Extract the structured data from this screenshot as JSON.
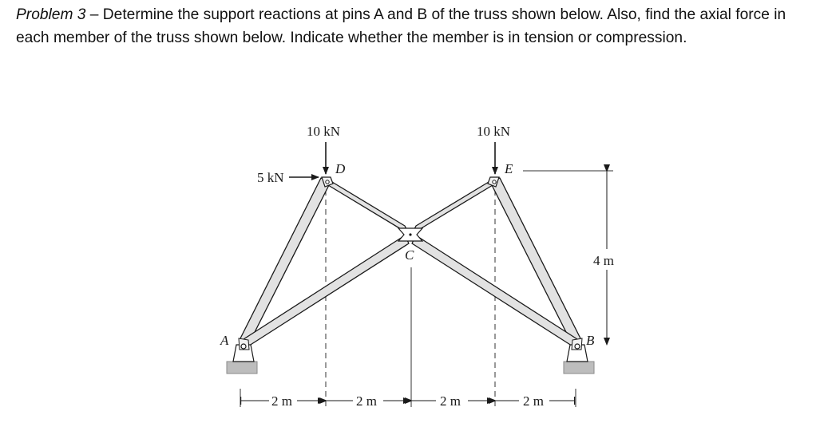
{
  "problem": {
    "label": "Problem 3",
    "dash": " – ",
    "text": "Determine the support reactions at pins A and B of the truss shown below. Also, find the axial force in each member of the truss shown below. Indicate whether the member is in tension or compression."
  },
  "figure": {
    "loads": {
      "d_vertical": "10 kN",
      "e_vertical": "10 kN",
      "d_horizontal": "5 kN"
    },
    "nodes": {
      "a": "A",
      "b": "B",
      "c": "C",
      "d": "D",
      "e": "E"
    },
    "dimensions": {
      "span_1": "2 m",
      "span_2": "2 m",
      "span_3": "2 m",
      "span_4": "2 m",
      "height": "4 m"
    },
    "colors": {
      "member_fill": "#e2e2e2",
      "support_base": "#bdbdbd",
      "ink": "#1a1a1a"
    }
  }
}
